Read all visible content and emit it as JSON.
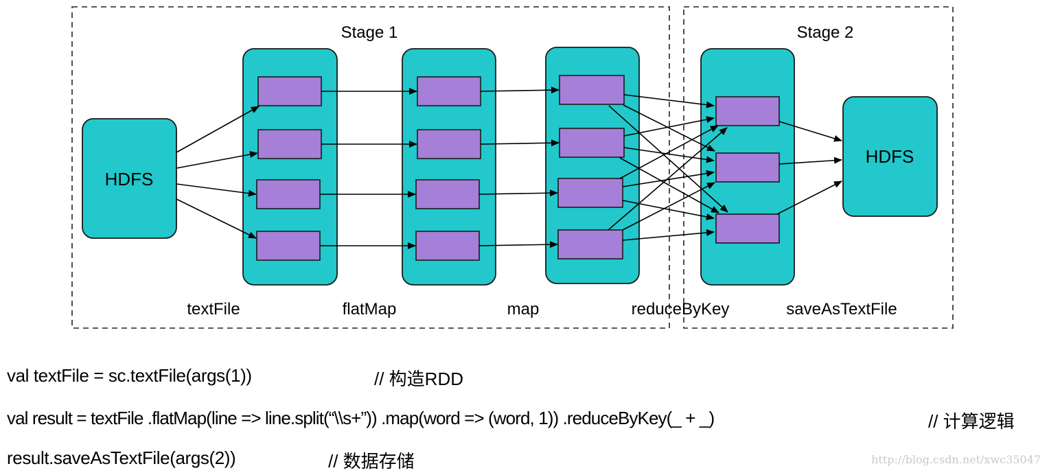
{
  "stages": [
    {
      "title": "Stage 1"
    },
    {
      "title": "Stage 2"
    }
  ],
  "storage": {
    "source": {
      "label": "HDFS"
    },
    "sink": {
      "label": "HDFS"
    }
  },
  "rdds": [
    {
      "operation": "textFile",
      "partitions": 4
    },
    {
      "operation": "flatMap",
      "partitions": 4
    },
    {
      "operation": "map",
      "partitions": 4
    },
    {
      "operation": "reduceByKey",
      "partitions": 3
    }
  ],
  "final_operation": {
    "label": "saveAsTextFile"
  },
  "colors": {
    "rdd_fill": "#22C8CB",
    "partition_fill": "#A67FD8",
    "stroke": "#1A1A1A"
  },
  "code": [
    {
      "code": "val textFile = sc.textFile(args(1))",
      "comment": "// 构造RDD"
    },
    {
      "code": "val result = textFile .flatMap(line => line.split(“\\\\s+”)) .map(word => (word, 1)) .reduceByKey(_ + _)",
      "comment": "// 计算逻辑"
    },
    {
      "code": "result.saveAsTextFile(args(2))",
      "comment": "// 数据存储"
    }
  ],
  "watermark": "http://blog.csdn.net/xwc35047"
}
